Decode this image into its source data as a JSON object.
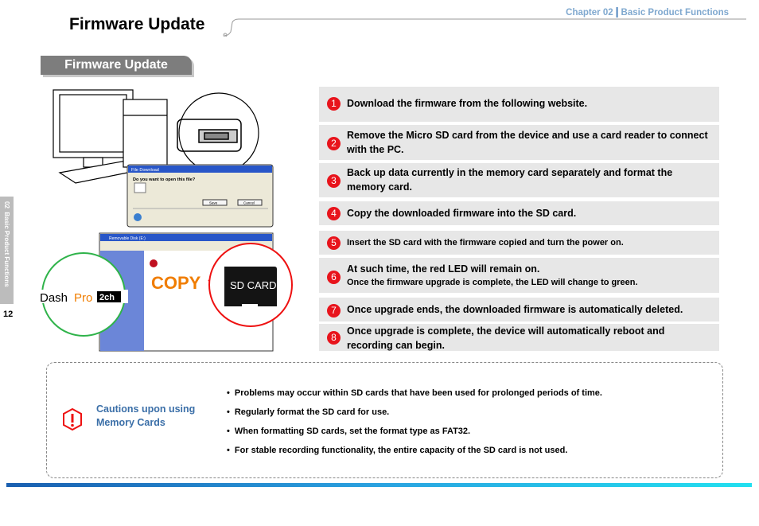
{
  "header": {
    "chapter": "Chapter 02",
    "section": "Basic Product Functions",
    "page_title": "Firmware Update"
  },
  "section_title": "Firmware Update",
  "side_tab": {
    "chapter_num": "02",
    "chapter_name": "Basic Product Functions",
    "page_number": "12"
  },
  "illustration": {
    "dialog_title": "File Download",
    "dialog_question": "Do you want to open this file?",
    "save_button": "Save",
    "cancel_button": "Cancel",
    "explorer_title": "Removable Disk (E:)",
    "copy_label": "COPY",
    "sd_card_label": "SD CARD",
    "logo_dash": "Dash",
    "logo_pro": "Pro",
    "logo_2ch": "2ch"
  },
  "steps": [
    {
      "num": "1",
      "text": "Download the firmware from the following website.",
      "sub": ""
    },
    {
      "num": "2",
      "text": "Remove the Micro SD card from the device and use a card reader to connect with the PC.",
      "sub": ""
    },
    {
      "num": "3",
      "text": "Back up data currently in the memory card separately and format the memory card.",
      "sub": ""
    },
    {
      "num": "4",
      "text": "Copy the downloaded firmware into the SD card.",
      "sub": ""
    },
    {
      "num": "5",
      "text": "Insert the SD card with the firmware copied and turn the power on.",
      "sub": ""
    },
    {
      "num": "6",
      "text": "At such time, the red LED will remain on.",
      "sub": "Once the firmware upgrade is complete, the LED will change to green."
    },
    {
      "num": "7",
      "text": "Once upgrade ends, the downloaded firmware is automatically deleted.",
      "sub": ""
    },
    {
      "num": "8",
      "text": "Once upgrade is complete, the device will automatically reboot and recording can begin.",
      "sub": ""
    }
  ],
  "caution": {
    "title": "Cautions upon using Memory Cards",
    "items": [
      "Problems may occur within SD cards that have been used for prolonged periods of time.",
      "Regularly format the SD card for use.",
      "When formatting SD cards, set the format type as FAT32.",
      "For stable recording functionality, the entire capacity of the SD card is not used."
    ]
  },
  "colors": {
    "accent_blue": "#3b78b8",
    "step_red": "#e8141c",
    "step_bg": "#e7e7e7"
  }
}
